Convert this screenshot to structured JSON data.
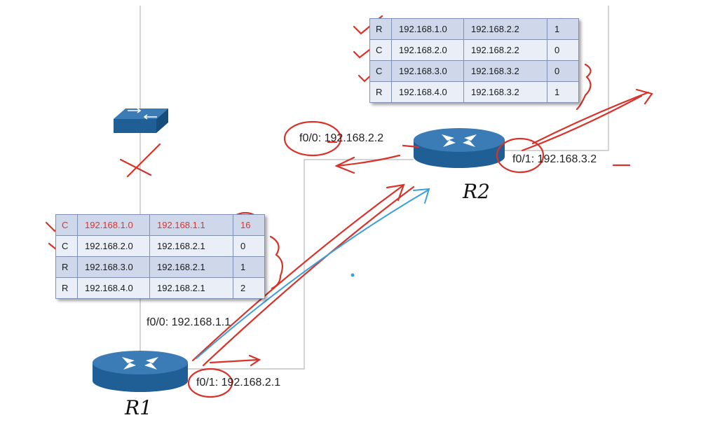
{
  "r2_table": [
    [
      "R",
      "192.168.1.0",
      "192.168.2.2",
      "1"
    ],
    [
      "C",
      "192.168.2.0",
      "192.168.2.2",
      "0"
    ],
    [
      "C",
      "192.168.3.0",
      "192.168.3.2",
      "0"
    ],
    [
      "R",
      "192.168.4.0",
      "192.168.3.2",
      "1"
    ]
  ],
  "r1_table": [
    [
      "C",
      "192.168.1.0",
      "192.168.1.1",
      "16"
    ],
    [
      "C",
      "192.168.2.0",
      "192.168.2.1",
      "0"
    ],
    [
      "R",
      "192.168.3.0",
      "192.168.2.1",
      "1"
    ],
    [
      "R",
      "192.168.4.0",
      "192.168.2.1",
      "2"
    ]
  ],
  "interfaces": {
    "r2_f00": "f0/0: 192.168.2.2",
    "r2_f01": "f0/1: 192.168.3.2",
    "r1_f00": "f0/0: 192.168.1.1",
    "r1_f01": "f0/1: 192.168.2.1"
  },
  "handwriting": {
    "r2_label": "R2",
    "r1_label": "R1"
  },
  "colors": {
    "device_blue": "#1f5f96",
    "annotation_red": "#d9322a",
    "annotation_blue": "#3aa0dc",
    "table_border": "#7f8fb5",
    "link_gray": "#b9b9b9"
  }
}
